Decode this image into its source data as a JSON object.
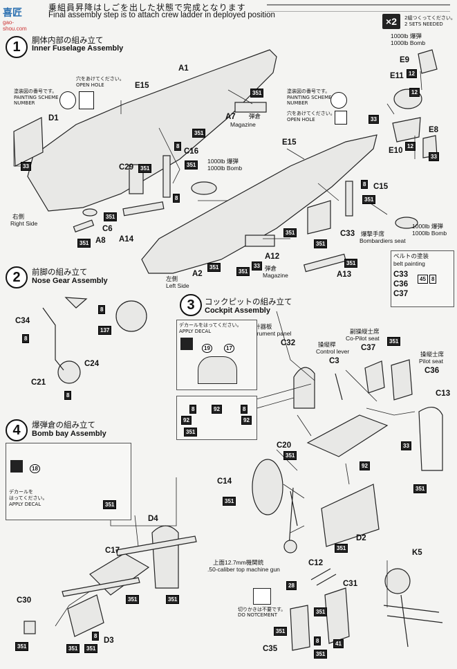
{
  "header": {
    "ja": "乗組員昇降はしごを出した状態で完成となります",
    "en": "Final assembly step is to attach crew ladder in deployed position"
  },
  "watermark": {
    "logo": "喜匠",
    "url": "gao-shou.com"
  },
  "steps": {
    "s1": {
      "num": "1",
      "ja": "胴体内部の組み立て",
      "en": "Inner Fuselage Assembly"
    },
    "s2": {
      "num": "2",
      "ja": "前脚の組み立て",
      "en": "Nose Gear Assembly"
    },
    "s3": {
      "num": "3",
      "ja": "コックピットの組み立て",
      "en": "Cockpit Assembly"
    },
    "s4": {
      "num": "4",
      "ja": "爆弾倉の組み立て",
      "en": "Bomb bay Assembly"
    }
  },
  "sets_needed": {
    "badge": "×2",
    "ja": "2組つくってください。",
    "en": "2 SETS NEEDED"
  },
  "notes": {
    "scheme_ja": "塗装図の番号です。",
    "scheme_en1": "PAINTING SCHEME",
    "scheme_en2": "NUMBER",
    "hole_ja": "穴をあけてください。",
    "hole_en": "OPEN HOLE",
    "decal_ja": "デカールをはってください。",
    "decal_en": "APPLY DECAL",
    "decal_ja2a": "デカールを",
    "decal_ja2b": "はってください。",
    "notch_ja": "切りかきは不要です。",
    "notch_en": "DO NOTCEMENT"
  },
  "belt": {
    "title_ja": "ベルトの塗装",
    "title_en": "belt painting",
    "parts": [
      "C33",
      "C36",
      "C37"
    ],
    "codes": [
      "45",
      "8"
    ]
  },
  "labels": {
    "a1": "A1",
    "e15a": "E15",
    "d1": "D1",
    "c16": "C16",
    "c29": "C29",
    "a7": "A7",
    "magazine_ja": "弾倉",
    "magazine_en": "Magazine",
    "bomb_ja": "1000lb 爆弾",
    "bomb_en": "1000lb Bomb",
    "bomb_ja2": "1000lb 爆弾",
    "bomb_en2": "1000lb Bomb",
    "right_ja": "右側",
    "right_en": "Right Side",
    "c6": "C6",
    "a8": "A8",
    "a14": "A14",
    "e15b": "E15",
    "c15": "C15",
    "c33": "C33",
    "bomb_seat_ja": "爆撃手席",
    "bomb_seat_en": "Bombardiers seat",
    "a12": "A12",
    "a2": "A2",
    "a13": "A13",
    "left_ja": "左側",
    "left_en": "Left Side",
    "bomb1000_ja": "1000lb 爆弾",
    "bomb1000_en": "1000lb Bomb",
    "e9": "E9",
    "e11": "E11",
    "e10": "E10",
    "e8": "E8",
    "c34": "C34",
    "c24": "C24",
    "c21": "C21",
    "panel_ja": "計器板",
    "panel_en": "Instrument panel",
    "c32": "C32",
    "lever_ja": "操縦桿",
    "lever_en": "Control lever",
    "c3": "C3",
    "copilot_ja": "副操縦士席",
    "copilot_en": "Co-Pilot seat",
    "c37": "C37",
    "pilot_ja": "操縦士席",
    "pilot_en": "Pilot seat",
    "c36": "C36",
    "c13": "C13",
    "c20": "C20",
    "c14": "C14",
    "d2": "D2",
    "d4": "D4",
    "c17": "C17",
    "c30": "C30",
    "d3": "D3",
    "gun_ja": "上面12.7mm機関銃",
    "gun_en": ".50-caliber top machine gun",
    "c12": "C12",
    "c31": "C31",
    "c35": "C35",
    "k5": "K5"
  },
  "codes": {
    "c351": "351",
    "c33": "33",
    "c8": "8",
    "c137": "137",
    "c12": "12",
    "c92": "92",
    "c41": "41",
    "c19": "19",
    "c17": "17",
    "c18": "18",
    "c28": "28"
  }
}
